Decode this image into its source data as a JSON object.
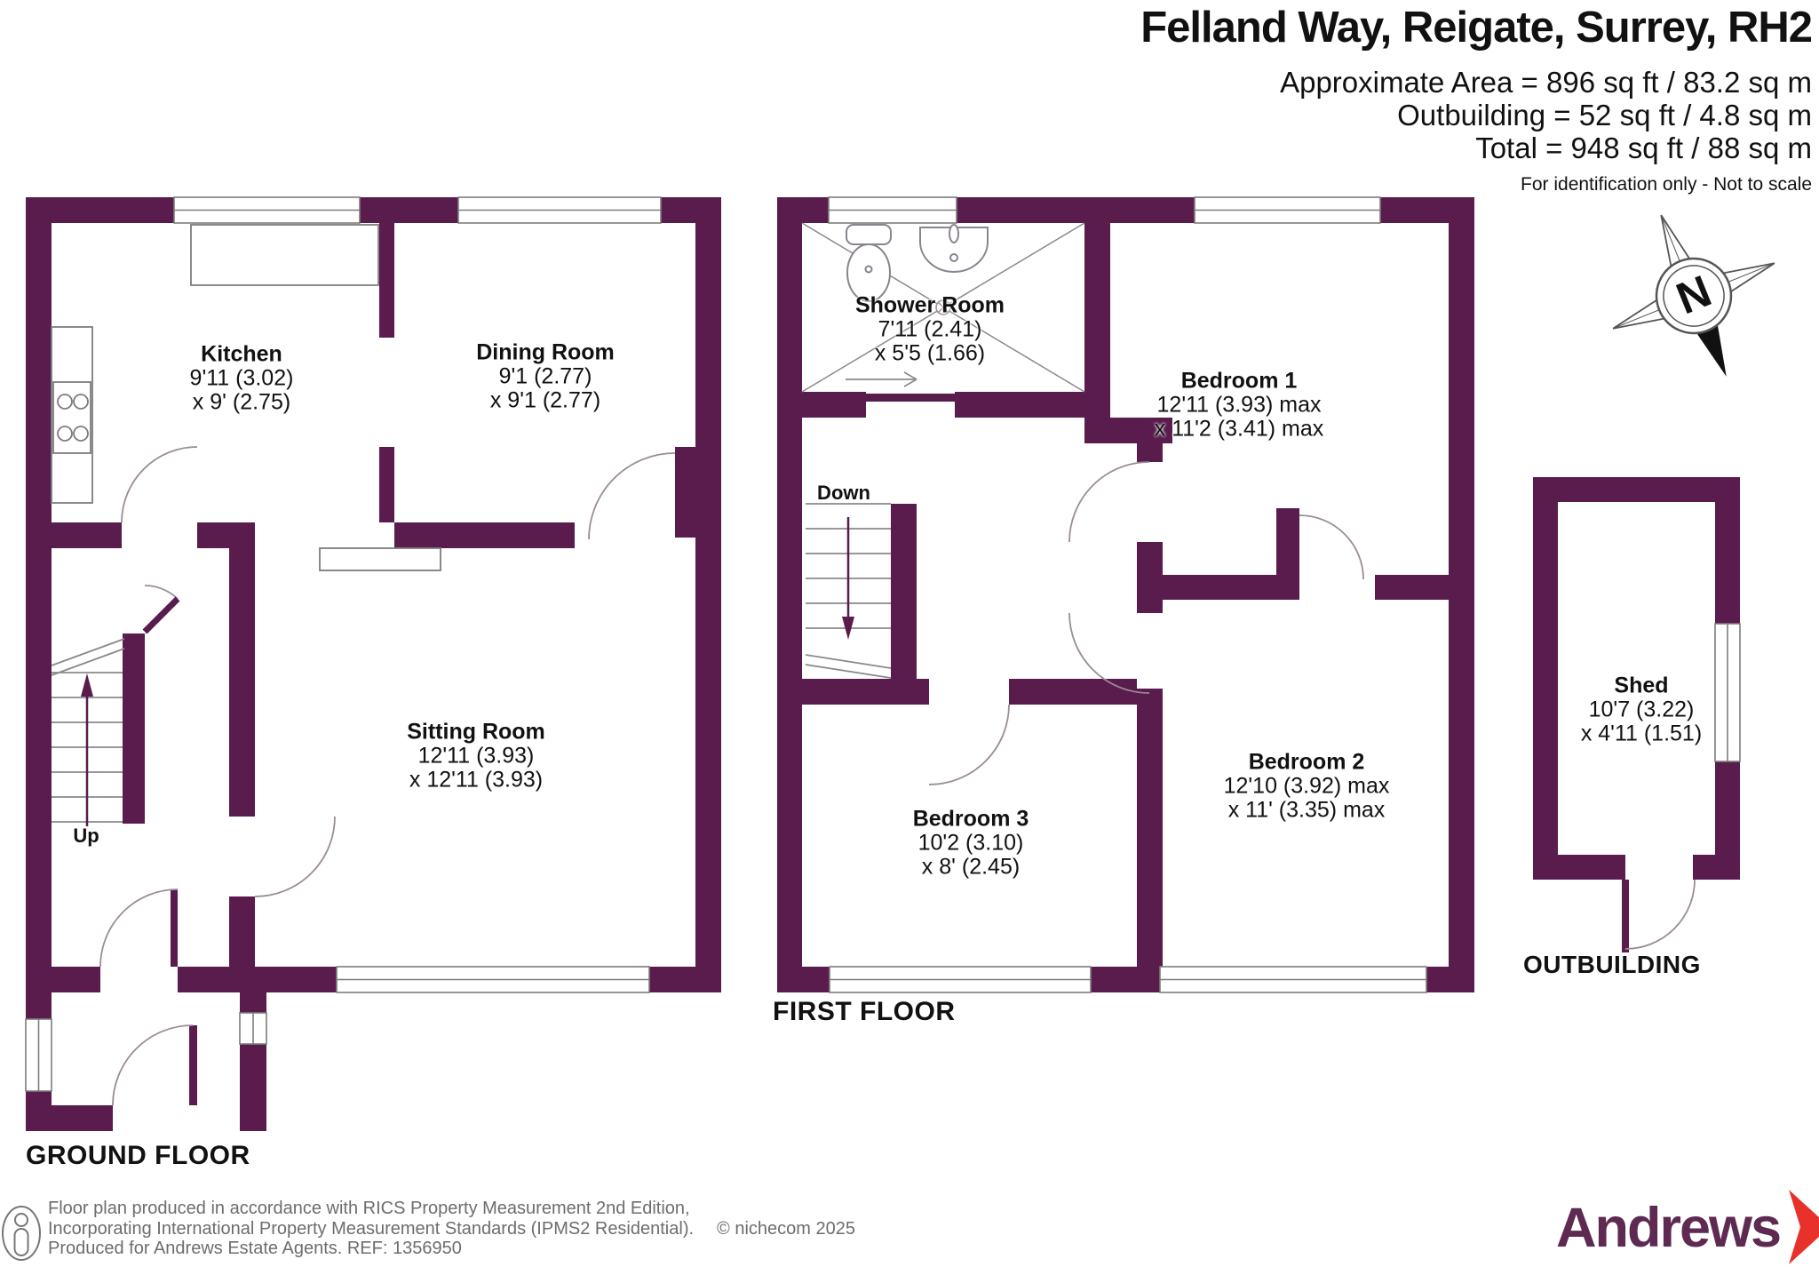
{
  "header": {
    "title": "Felland Way, Reigate, Surrey, RH2",
    "area_lines": [
      "Approximate Area = 896 sq ft / 83.2 sq m",
      "Outbuilding = 52 sq ft / 4.8 sq m",
      "Total = 948 sq ft / 88 sq m"
    ],
    "note": "For identification only - Not to scale"
  },
  "rooms": {
    "kitchen": {
      "name": "Kitchen",
      "dim1": "9'11 (3.02)",
      "dim2": "x 9' (2.75)"
    },
    "dining": {
      "name": "Dining Room",
      "dim1": "9'1 (2.77)",
      "dim2": "x 9'1 (2.77)"
    },
    "sitting": {
      "name": "Sitting Room",
      "dim1": "12'11 (3.93)",
      "dim2": "x 12'11 (3.93)"
    },
    "shower": {
      "name": "Shower Room",
      "dim1": "7'11 (2.41)",
      "dim2": "x 5'5 (1.66)"
    },
    "bedroom1": {
      "name": "Bedroom 1",
      "dim1": "12'11 (3.93) max",
      "dim2": "x 11'2 (3.41) max"
    },
    "bedroom2": {
      "name": "Bedroom 2",
      "dim1": "12'10 (3.92) max",
      "dim2": "x 11' (3.35) max"
    },
    "bedroom3": {
      "name": "Bedroom 3",
      "dim1": "10'2 (3.10)",
      "dim2": "x 8' (2.45)"
    },
    "shed": {
      "name": "Shed",
      "dim1": "10'7 (3.22)",
      "dim2": "x 4'11 (1.51)"
    }
  },
  "floor_labels": {
    "ground": "GROUND FLOOR",
    "first": "FIRST FLOOR",
    "outbuilding": "OUTBUILDING"
  },
  "stairs": {
    "up": "Up",
    "down": "Down"
  },
  "compass": {
    "north": "N"
  },
  "footer": {
    "line1": "Floor plan produced in accordance with RICS Property Measurement 2nd Edition,",
    "line2": "Incorporating International Property Measurement Standards (IPMS2 Residential).",
    "copyright": "© nichecom 2025",
    "line3": "Produced for Andrews Estate Agents.   REF: 1356950"
  },
  "logo": {
    "name": "Andrews"
  },
  "colors": {
    "wall": "#5a1b4d",
    "logo_purple": "#5e2a52",
    "arrow_red": "#e8312a"
  }
}
